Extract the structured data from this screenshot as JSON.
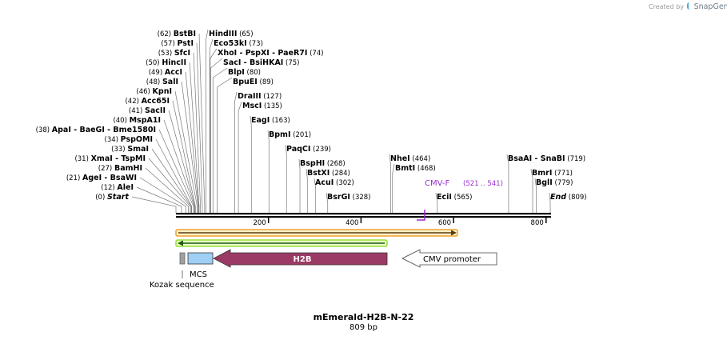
{
  "credit": {
    "prefix": "Created by",
    "brand": "SnapGene"
  },
  "plasmid": {
    "name": "mEmerald-H2B-N-22",
    "length": "809 bp"
  },
  "colors": {
    "backbone": "#000000",
    "orange_feature": "#f0a030",
    "green_feature": "#9adf3a",
    "h2b": "#9b3a64",
    "mcs": "#9fcff5",
    "kozak": "#a0a0a0",
    "primer": "#9a2ccf",
    "leader": "#777777"
  },
  "left_sites": [
    {
      "pos": "(62)",
      "name": "BstBI"
    },
    {
      "pos": "(57)",
      "name": "PstI"
    },
    {
      "pos": "(53)",
      "name": "SfcI"
    },
    {
      "pos": "(50)",
      "name": "HincII"
    },
    {
      "pos": "(49)",
      "name": "AccI"
    },
    {
      "pos": "(48)",
      "name": "SalI"
    },
    {
      "pos": "(46)",
      "name": "KpnI"
    },
    {
      "pos": "(42)",
      "name": "Acc65I"
    },
    {
      "pos": "(41)",
      "name": "SacII"
    },
    {
      "pos": "(40)",
      "name": "MspA1I"
    },
    {
      "pos": "(38)",
      "name": "ApaI",
      "extra": "- BaeGI   - Bme1580I"
    },
    {
      "pos": "(34)",
      "name": "PspOMI"
    },
    {
      "pos": "(33)",
      "name": "SmaI"
    },
    {
      "pos": "(31)",
      "name": "XmaI",
      "extra": "- TspMI"
    },
    {
      "pos": "(27)",
      "name": "BamHI"
    },
    {
      "pos": "(21)",
      "name": "AgeI",
      "extra": "- BsaWI"
    },
    {
      "pos": "(12)",
      "name": "AleI"
    },
    {
      "pos": "(0)",
      "name": "Start"
    }
  ],
  "right_sites": [
    {
      "name": "HindIII",
      "pos": "(65)"
    },
    {
      "name": "Eco53kI",
      "pos": "(73)"
    },
    {
      "name": "XhoI",
      "extra": "- PspXI   - PaeR7I",
      "pos": "(74)"
    },
    {
      "name": "SacI",
      "extra": "- BsiHKAI",
      "pos": "(75)"
    },
    {
      "name": "BlpI",
      "pos": "(80)"
    },
    {
      "name": "BpuEI",
      "pos": "(89)"
    },
    {
      "name": "DraIII",
      "pos": "(127)"
    },
    {
      "name": "MscI",
      "pos": "(135)"
    },
    {
      "name": "EagI",
      "pos": "(163)"
    },
    {
      "name": "BpmI",
      "pos": "(201)"
    },
    {
      "name": "PaqCI",
      "pos": "(239)"
    },
    {
      "name": "BspHI",
      "pos": "(268)"
    },
    {
      "name": "BstXI",
      "pos": "(284)"
    },
    {
      "name": "AcuI",
      "pos": "(302)"
    },
    {
      "name": "BsrGI",
      "pos": "(328)"
    },
    {
      "name": "NheI",
      "pos": "(464)"
    },
    {
      "name": "BmtI",
      "pos": "(468)"
    },
    {
      "name": "EciI",
      "pos": "(565)"
    },
    {
      "name": "BsaAI",
      "extra": "- SnaBI",
      "pos": "(719)"
    },
    {
      "name": "BmrI",
      "pos": "(771)"
    },
    {
      "name": "BglI",
      "pos": "(779)"
    },
    {
      "name": "End",
      "pos": "(809)"
    }
  ],
  "primer": {
    "name": "CMV-F",
    "range": "(521 .. 541)"
  },
  "ruler": [
    "200",
    "400",
    "600",
    "800"
  ],
  "features": {
    "h2b": "H2B",
    "cmv": "CMV promoter",
    "mcs": "MCS",
    "kozak": "Kozak sequence"
  }
}
